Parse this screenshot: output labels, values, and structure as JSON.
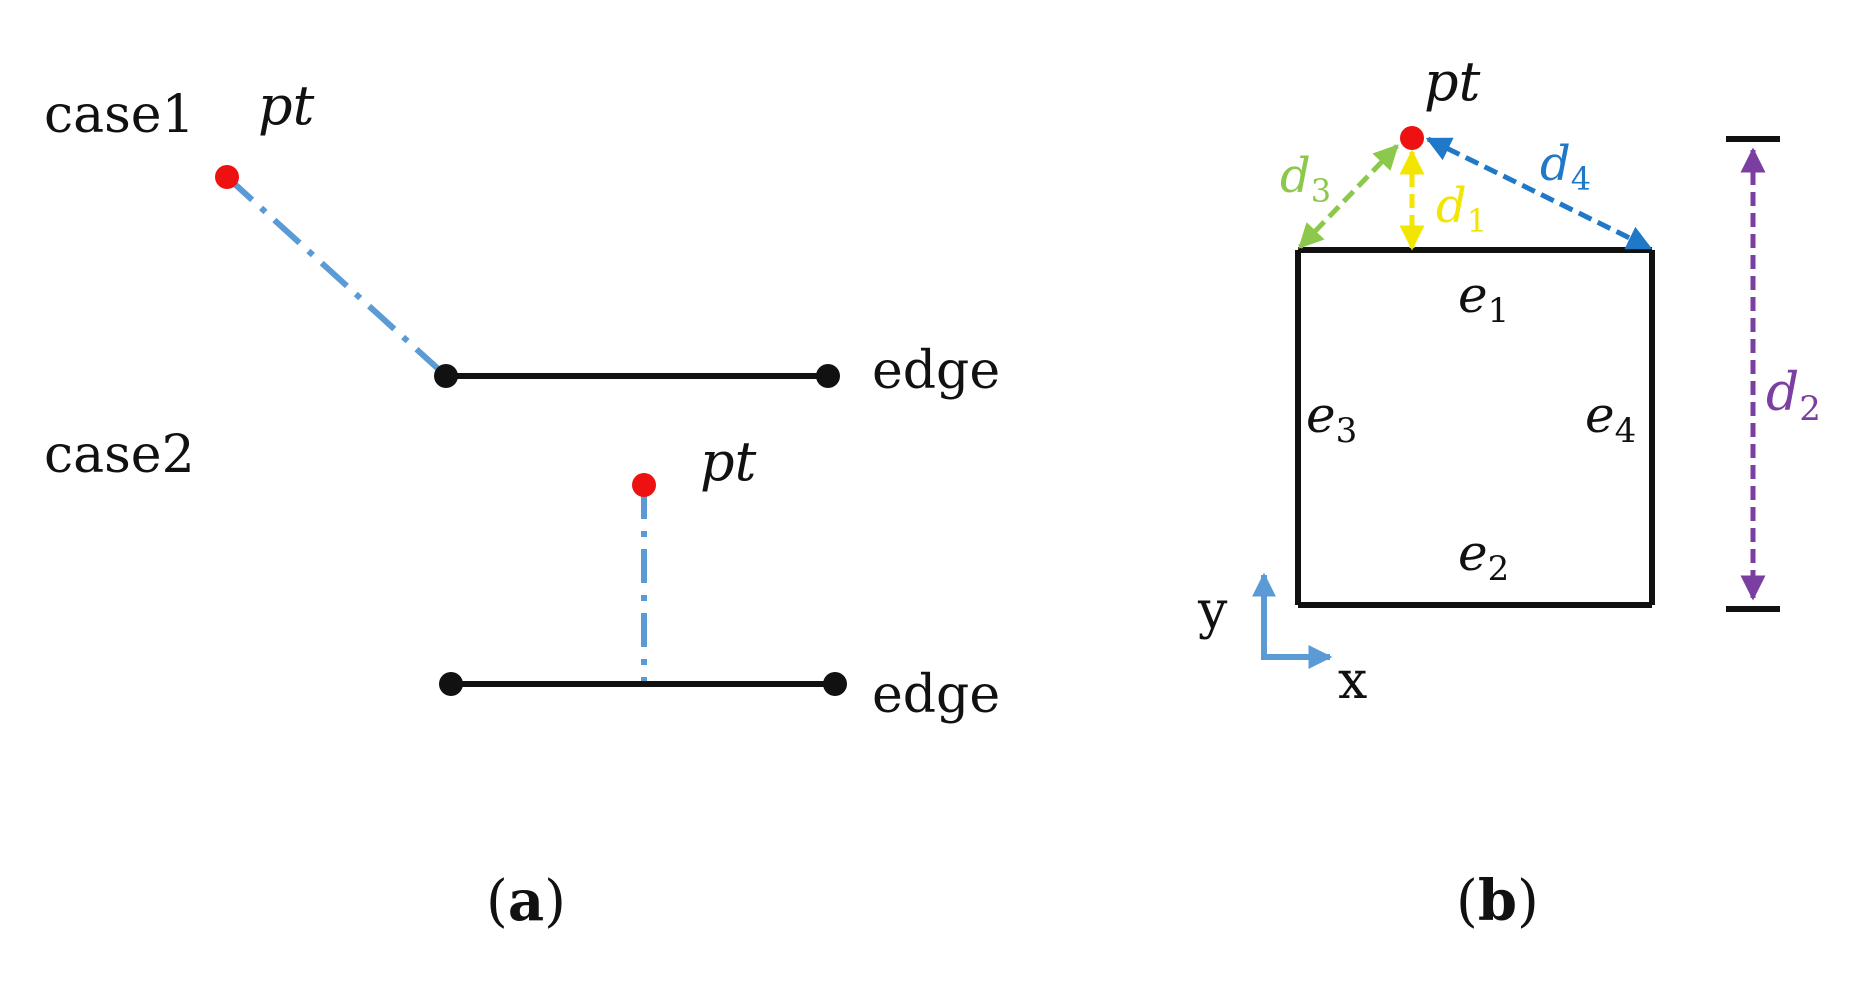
{
  "panel_a": {
    "case1_label": "case1",
    "case2_label": "case2",
    "case1_point_label": "pt",
    "case2_point_label": "pt",
    "case1_edge_label": "edge",
    "case2_edge_label": "edge",
    "caption": {
      "open": "(",
      "letter": "a",
      "close": ")"
    }
  },
  "panel_b": {
    "point_label": "pt",
    "edge_labels": [
      {
        "base": "e",
        "sub": "1"
      },
      {
        "base": "e",
        "sub": "2"
      },
      {
        "base": "e",
        "sub": "3"
      },
      {
        "base": "e",
        "sub": "4"
      }
    ],
    "distance_labels": [
      {
        "base": "d",
        "sub": "1"
      },
      {
        "base": "d",
        "sub": "2"
      },
      {
        "base": "d",
        "sub": "3"
      },
      {
        "base": "d",
        "sub": "4"
      }
    ],
    "axis_labels": {
      "y": "y",
      "x": "x"
    },
    "caption": {
      "open": "(",
      "letter": "b",
      "close": ")"
    }
  },
  "colors": {
    "point": "#ee1111",
    "edge": "#111111",
    "projection_line": "#5b9bd5",
    "d1": "#f2e600",
    "d2": "#7a3fa0",
    "d3": "#8cc84b",
    "d4": "#1f78c8",
    "axes": "#5b9bd5"
  }
}
